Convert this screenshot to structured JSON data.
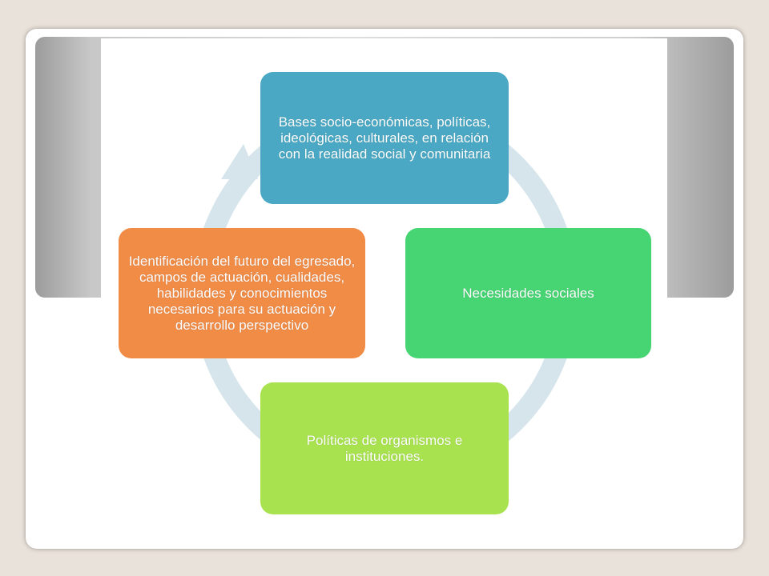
{
  "diagram": {
    "nodes": [
      {
        "id": "top",
        "text": "Bases socio-económicas, políticas, ideológicas, culturales, en relación con la realidad social y comunitaria",
        "color": "#4aa8c4"
      },
      {
        "id": "right",
        "text": "Necesidades sociales",
        "color": "#47d473"
      },
      {
        "id": "bottom",
        "text": "Políticas de organismos e instituciones.",
        "color": "#a8e34f"
      },
      {
        "id": "left",
        "text": "Identificación del futuro del egresado, campos de actuación, cualidades, habilidades y conocimientos necesarios para su actuación y desarrollo perspectivo",
        "color": "#f18c47"
      }
    ],
    "cycle_color": "#d3e3ea",
    "background_band_color": "#cfcfcf"
  }
}
